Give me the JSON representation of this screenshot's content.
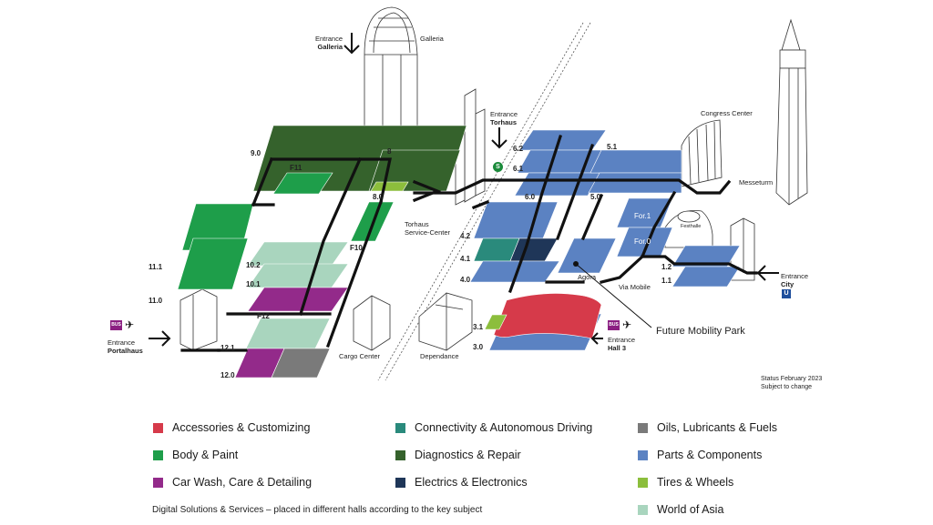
{
  "entrances": {
    "galleria": {
      "line1": "Entrance",
      "line2": "Galleria"
    },
    "torhaus": {
      "line1": "Entrance",
      "line2": "Torhaus"
    },
    "portalhaus": {
      "line1": "Entrance",
      "line2": "Portalhaus"
    },
    "hall3": {
      "line1": "Entrance",
      "line2": "Hall 3"
    },
    "city": {
      "line1": "Entrance",
      "line2": "City"
    }
  },
  "buildings": {
    "galleria": "Galleria",
    "congress_center": "Congress Center",
    "messeturm": "Messeturm",
    "torhaus_service_1": "Torhaus",
    "torhaus_service_2": "Service-Center",
    "cargo_center": "Cargo Center",
    "dependance": "Dependance",
    "agora": "Agora",
    "via_mobile": "Via Mobile",
    "festhalle": "Festhalle"
  },
  "halls": {
    "h9_0": "9.0",
    "h8": "8",
    "h8_0": "8.0",
    "f11": "F11",
    "f10": "F10",
    "h11_1": "11.1",
    "h11_0": "11.0",
    "h10_2": "10.2",
    "h10_1": "10.1",
    "f12": "F12",
    "h12_1": "12.1",
    "h12_0": "12.0",
    "h6_2": "6.2",
    "h6_1": "6.1",
    "h6_0": "6.0",
    "h5_1": "5.1",
    "h5_0": "5.0",
    "h4_2": "4.2",
    "h4_1": "4.1",
    "h4_0": "4.0",
    "for1": "For.1",
    "for0": "For.0",
    "h1_2": "1.2",
    "h1_1": "1.1",
    "h3_1": "3.1",
    "h3_0": "3.0"
  },
  "badges": {
    "bus": "BUS",
    "airport_icon": "airplane-icon",
    "subway": "U",
    "sbahn": "S"
  },
  "callout": "Future Mobility Park",
  "status": {
    "line1": "Status February 2023",
    "line2": "Subject to change"
  },
  "legend": [
    {
      "label": "Accessories & Customizing",
      "color": "#d63a4a"
    },
    {
      "label": "Body & Paint",
      "color": "#1e9e4a"
    },
    {
      "label": "Car Wash, Care & Detailing",
      "color": "#932a8a"
    },
    {
      "label": "Connectivity & Autonomous Driving",
      "color": "#2a8a7c"
    },
    {
      "label": "Diagnostics & Repair",
      "color": "#35622c"
    },
    {
      "label": "Electrics & Electronics",
      "color": "#1f3658"
    },
    {
      "label": "Oils, Lubricants & Fuels",
      "color": "#7a7a7a"
    },
    {
      "label": "Parts & Components",
      "color": "#5b82c2"
    },
    {
      "label": "Tires & Wheels",
      "color": "#8cbe3c"
    },
    {
      "label": "World of Asia",
      "color": "#a9d5be"
    }
  ],
  "footnote": "Digital Solutions & Services – placed in different halls according to the key subject",
  "colors": {
    "accessories": "#d63a4a",
    "body": "#1e9e4a",
    "carwash": "#932a8a",
    "connectivity": "#2a8a7c",
    "diagnostics": "#35622c",
    "electrics": "#1f3658",
    "oils": "#7a7a7a",
    "parts": "#5b82c2",
    "tires": "#8cbe3c",
    "asia": "#a9d5be"
  }
}
